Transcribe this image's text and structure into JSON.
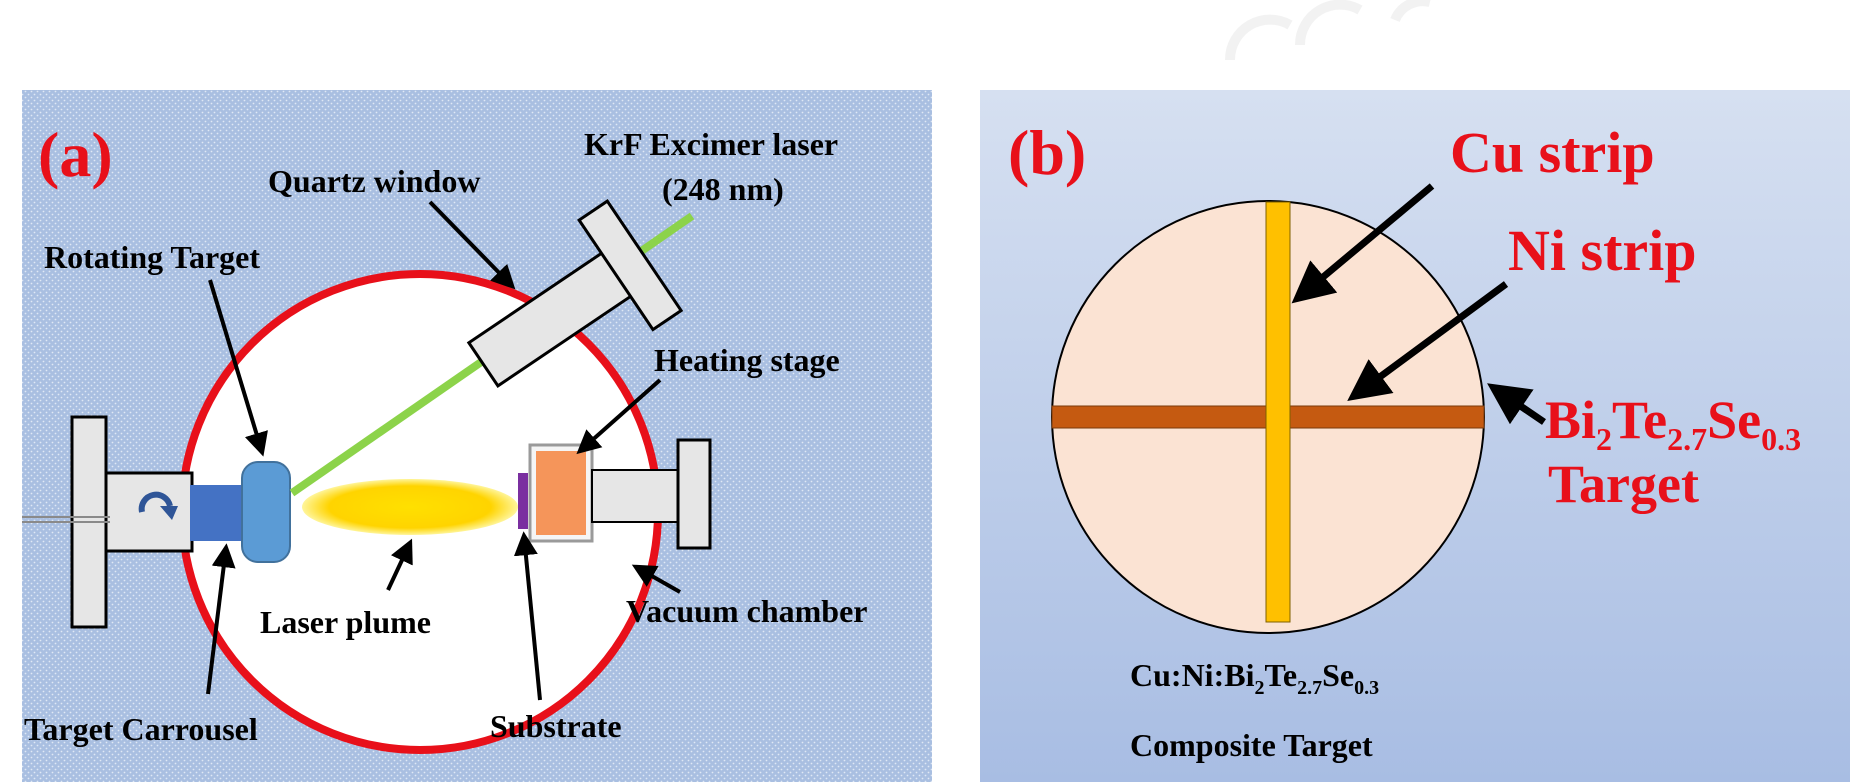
{
  "panel_a": {
    "tag": "(a)",
    "labels": {
      "laser_line1": "KrF Excimer laser",
      "laser_line2": "(248 nm)",
      "quartz_window": "Quartz window",
      "rotating_target": "Rotating Target",
      "heating_stage": "Heating stage",
      "laser_plume": "Laser plume",
      "vacuum_chamber": "Vacuum chamber",
      "target_carrousel": "Target Carrousel",
      "substrate": "Substrate"
    },
    "colors": {
      "background": "#a9bfe1",
      "chamber_ring": "#e8101a",
      "laser_beam": "#8cd34a",
      "plume": "#ffd400",
      "target": "#5b9bd5",
      "heating_stage": "#f5955a",
      "substrate": "#7a2fa0"
    }
  },
  "panel_b": {
    "tag": "(b)",
    "labels": {
      "cu_strip": "Cu strip",
      "ni_strip": "Ni strip",
      "target_main": "Bi",
      "target_sub1": "2",
      "target_mid": "Te",
      "target_sub2": "2.7",
      "target_end": "Se",
      "target_sub3": "0.3",
      "target_word": "Target",
      "composite_cu_ni": "Cu:Ni:Bi",
      "composite_sub1": "2",
      "composite_te": "Te",
      "composite_sub2": "2.7",
      "composite_se": "Se",
      "composite_sub3": "0.3",
      "composite_target": "Composite Target"
    },
    "colors": {
      "disc": "#fbe3d3",
      "cu_strip": "#ffc000",
      "ni_strip": "#c55a11",
      "label_red": "#e8101a"
    }
  }
}
